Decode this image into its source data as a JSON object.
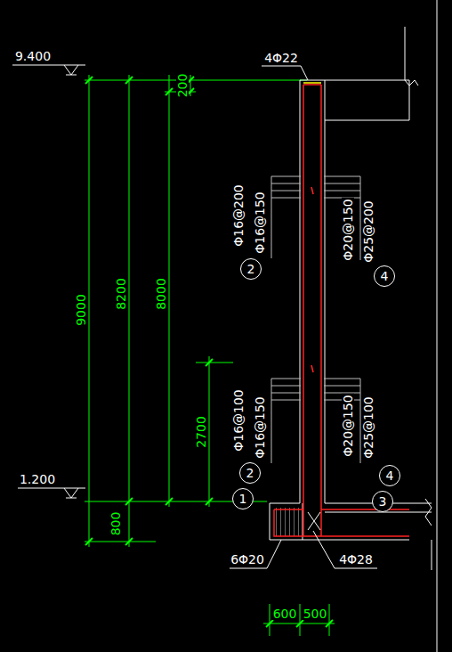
{
  "diagram": {
    "nodes": [
      {
        "text": [
          "2"
        ]
      },
      {
        "text": [
          "4"
        ]
      },
      {
        "text": [
          "2"
        ]
      },
      {
        "text": [
          "4"
        ]
      },
      {
        "text": [
          "1"
        ]
      },
      {
        "text": [
          "3"
        ]
      }
    ],
    "labels": [
      "9.400",
      "1.200",
      "4Φ22",
      "9000",
      "8200",
      "8000",
      "200",
      "2700",
      "800",
      "Φ16@200",
      "Φ16@150",
      "Φ20@150",
      "Φ25@200",
      "Φ16@100",
      "Φ16@150",
      "Φ20@150",
      "Φ25@100",
      "6Φ20",
      "4Φ28",
      "600",
      "500"
    ]
  }
}
